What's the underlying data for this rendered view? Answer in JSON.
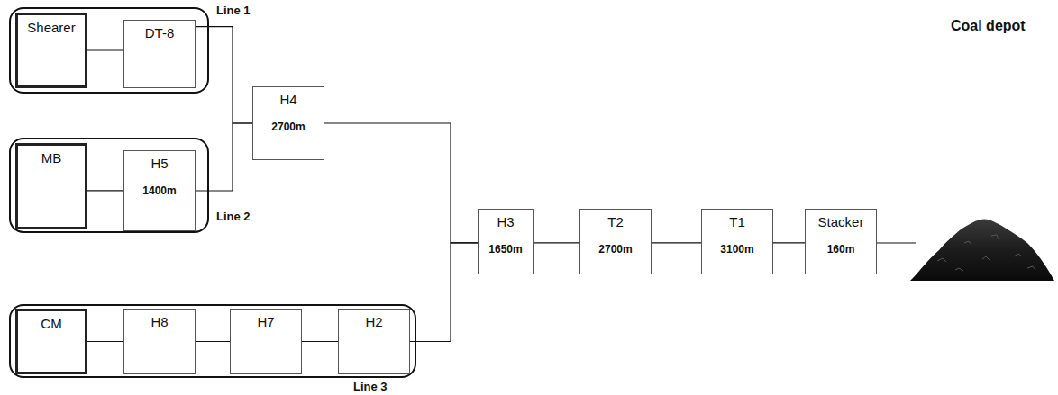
{
  "diagram": {
    "nodes": [
      {
        "text": [
          "Line 1"
        ]
      },
      {
        "text": [
          "Shearer"
        ],
        "in": 0
      },
      {
        "text": [
          "DT-8"
        ],
        "in": 0
      },
      {
        "text": [
          "Line 2"
        ]
      },
      {
        "text": [
          "MB"
        ],
        "in": 3
      },
      {
        "text": [
          "H5",
          "1400m"
        ],
        "in": 3
      },
      {
        "text": [
          "H4",
          "2700m"
        ]
      },
      {
        "text": [
          "Line 3"
        ]
      },
      {
        "text": [
          "CM"
        ],
        "in": 7
      },
      {
        "text": [
          "H8"
        ],
        "in": 7
      },
      {
        "text": [
          "H7"
        ],
        "in": 7
      },
      {
        "text": [
          "H2"
        ],
        "in": 7
      },
      {
        "text": [
          "H3",
          "1650m"
        ]
      },
      {
        "text": [
          "T2",
          "2700m"
        ]
      },
      {
        "text": [
          "T1",
          "3100m"
        ]
      },
      {
        "text": [
          "Stacker",
          "160m"
        ]
      }
    ],
    "edges": [
      {
        "from": 1,
        "to": 2,
        "arrow": "none"
      },
      {
        "from": 4,
        "to": 5,
        "arrow": "none"
      },
      {
        "from": 2,
        "to": 6,
        "arrow": "none"
      },
      {
        "from": 5,
        "to": 6,
        "arrow": "none"
      },
      {
        "from": 8,
        "to": 9,
        "arrow": "none"
      },
      {
        "from": 9,
        "to": 10,
        "arrow": "none"
      },
      {
        "from": 10,
        "to": 11,
        "arrow": "none"
      },
      {
        "from": 6,
        "to": 12,
        "arrow": "none"
      },
      {
        "from": 11,
        "to": 12,
        "arrow": "none"
      },
      {
        "from": 12,
        "to": 13,
        "arrow": "none"
      },
      {
        "from": 13,
        "to": 14,
        "arrow": "none"
      },
      {
        "from": 14,
        "to": 15,
        "arrow": "none"
      }
    ],
    "labels": [
      "Coal depot"
    ]
  }
}
